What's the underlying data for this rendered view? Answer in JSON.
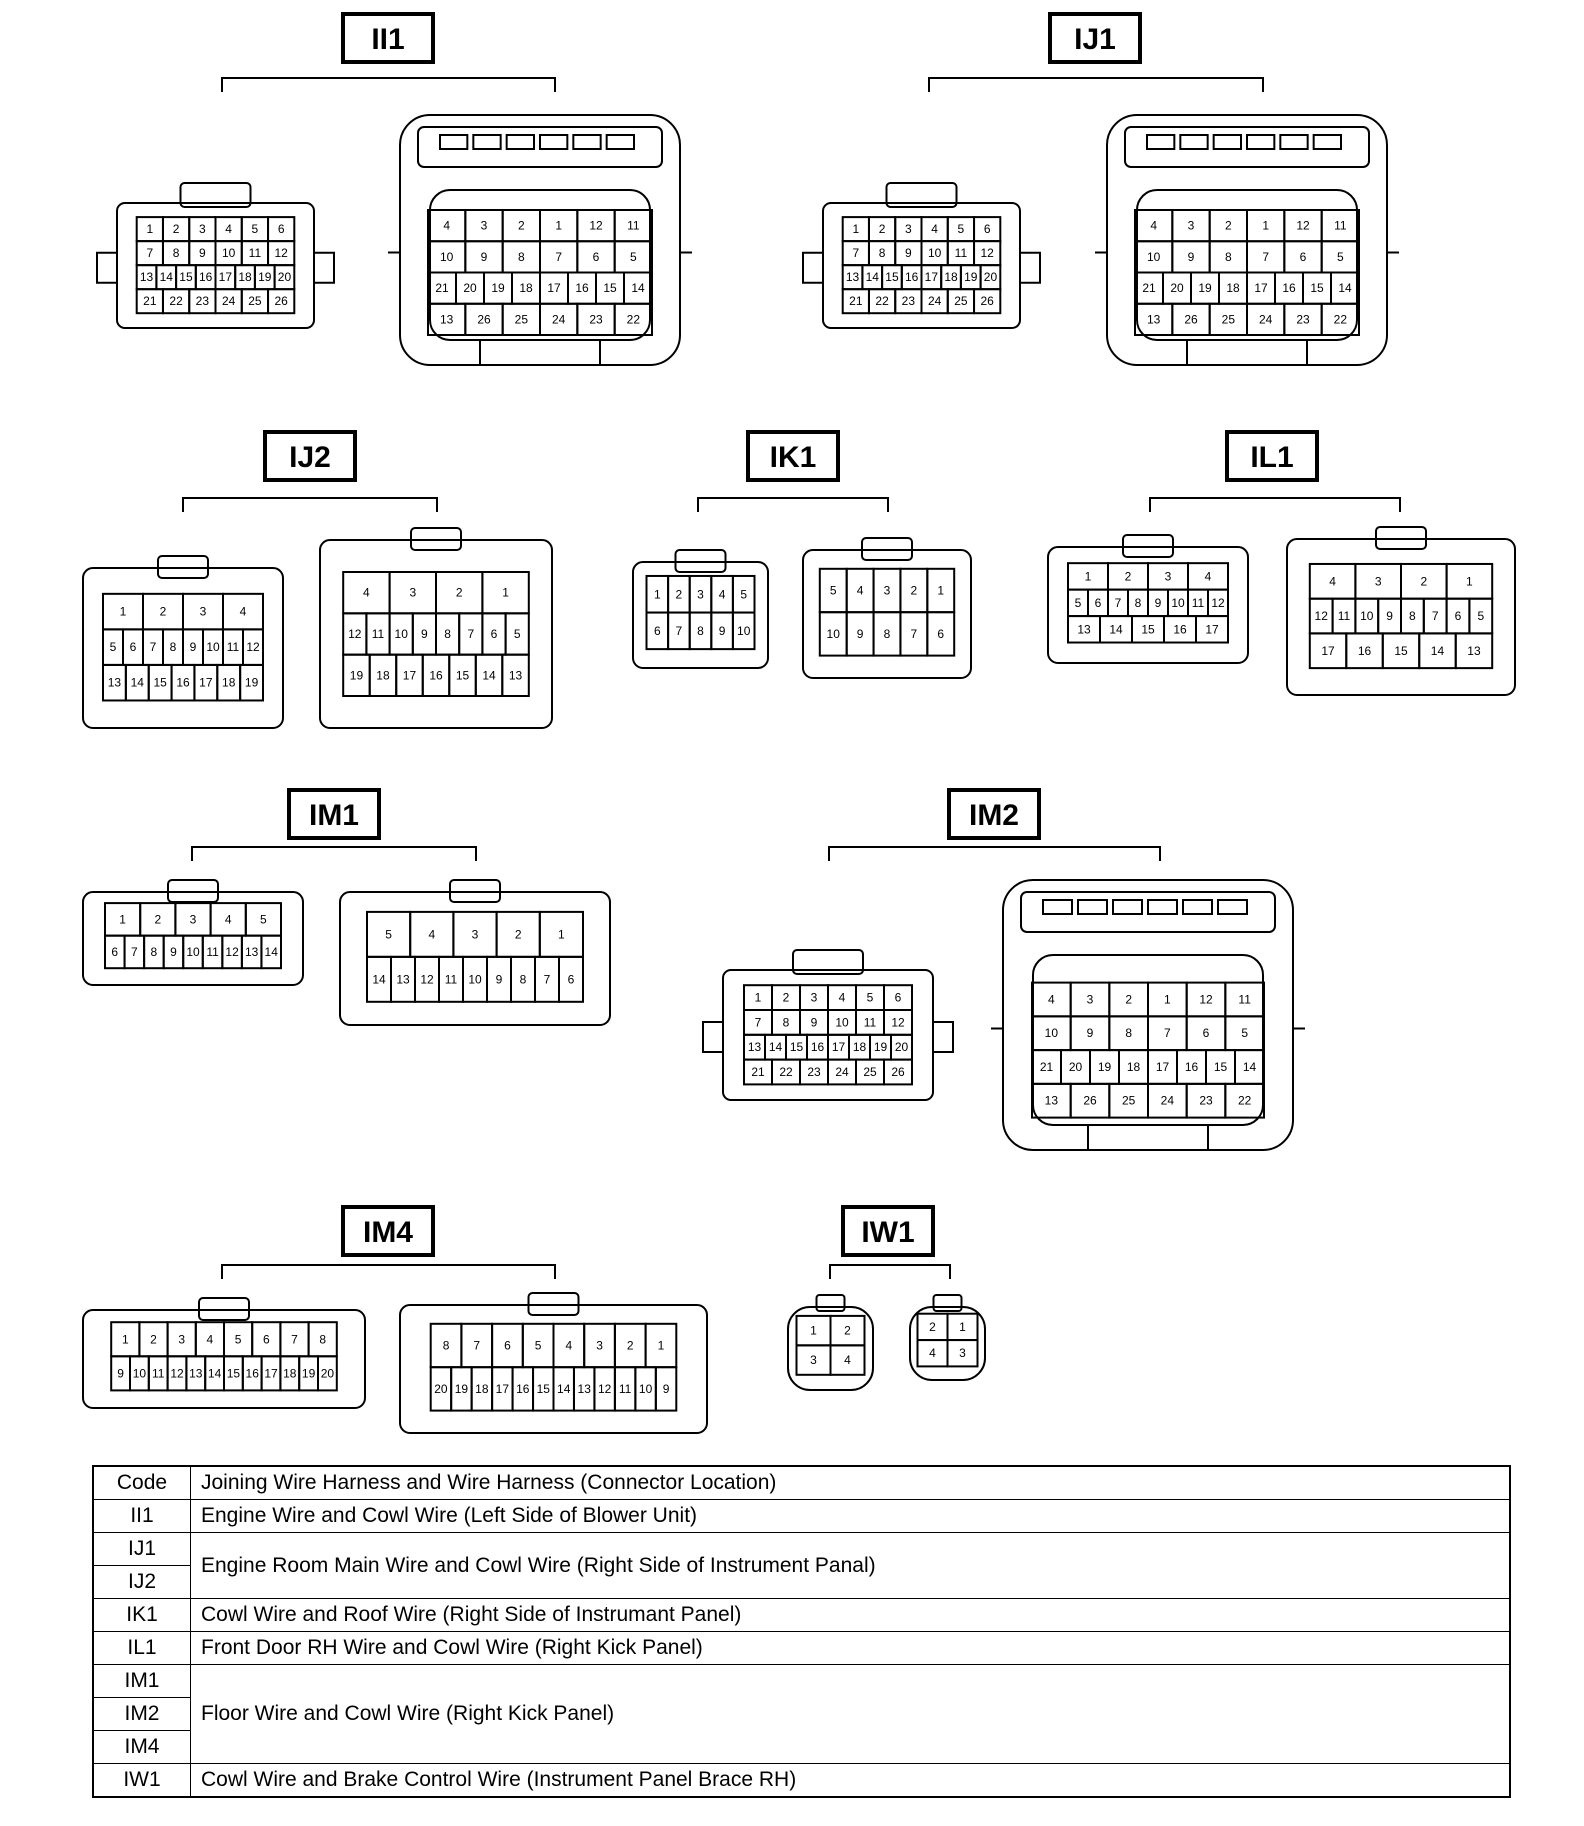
{
  "connectors": [
    {
      "code": "II1",
      "pins_left": [
        "1",
        "2",
        "3",
        "4",
        "5",
        "6",
        "7",
        "8",
        "9",
        "10",
        "11",
        "12",
        "13",
        "14",
        "15",
        "16",
        "17",
        "18",
        "19",
        "20",
        "21",
        "22",
        "23",
        "24",
        "25",
        "26"
      ],
      "pins_right": [
        "4",
        "3",
        "2",
        "1",
        "12",
        "11",
        "10",
        "9",
        "8",
        "7",
        "6",
        "5",
        "21",
        "20",
        "19",
        "18",
        "17",
        "16",
        "15",
        "14",
        "13",
        "26",
        "25",
        "24",
        "23",
        "22"
      ]
    },
    {
      "code": "IJ1",
      "pins_left": [
        "1",
        "2",
        "3",
        "4",
        "5",
        "6",
        "7",
        "8",
        "9",
        "10",
        "11",
        "12",
        "13",
        "14",
        "15",
        "16",
        "17",
        "18",
        "19",
        "20",
        "21",
        "22",
        "23",
        "24",
        "25",
        "26"
      ],
      "pins_right": [
        "4",
        "3",
        "2",
        "1",
        "12",
        "11",
        "10",
        "9",
        "8",
        "7",
        "6",
        "5",
        "21",
        "20",
        "19",
        "18",
        "17",
        "16",
        "15",
        "14",
        "13",
        "26",
        "25",
        "24",
        "23",
        "22"
      ]
    },
    {
      "code": "IJ2",
      "pins_left": [
        "1",
        "2",
        "3",
        "4",
        "5",
        "6",
        "7",
        "8",
        "9",
        "10",
        "11",
        "12",
        "13",
        "14",
        "15",
        "16",
        "17",
        "18",
        "19"
      ],
      "pins_right": [
        "4",
        "3",
        "2",
        "1",
        "12",
        "11",
        "10",
        "9",
        "8",
        "7",
        "6",
        "5",
        "19",
        "18",
        "17",
        "16",
        "15",
        "14",
        "13"
      ]
    },
    {
      "code": "IK1",
      "pins_left": [
        "1",
        "2",
        "3",
        "4",
        "5",
        "6",
        "7",
        "8",
        "9",
        "10"
      ],
      "pins_right": [
        "5",
        "4",
        "3",
        "2",
        "1",
        "10",
        "9",
        "8",
        "7",
        "6"
      ]
    },
    {
      "code": "IL1",
      "pins_left": [
        "1",
        "2",
        "3",
        "4",
        "5",
        "6",
        "7",
        "8",
        "9",
        "10",
        "11",
        "12",
        "13",
        "14",
        "15",
        "16",
        "17"
      ],
      "pins_right": [
        "4",
        "3",
        "2",
        "1",
        "12",
        "11",
        "10",
        "9",
        "8",
        "7",
        "6",
        "5",
        "17",
        "16",
        "15",
        "14",
        "13"
      ]
    },
    {
      "code": "IM1",
      "pins_left": [
        "1",
        "2",
        "3",
        "4",
        "5",
        "6",
        "7",
        "8",
        "9",
        "10",
        "11",
        "12",
        "13",
        "14"
      ],
      "pins_right": [
        "5",
        "4",
        "3",
        "2",
        "1",
        "14",
        "13",
        "12",
        "11",
        "10",
        "9",
        "8",
        "7",
        "6"
      ]
    },
    {
      "code": "IM2",
      "pins_left": [
        "1",
        "2",
        "3",
        "4",
        "5",
        "6",
        "7",
        "8",
        "9",
        "10",
        "11",
        "12",
        "13",
        "14",
        "15",
        "16",
        "17",
        "18",
        "19",
        "20",
        "21",
        "22",
        "23",
        "24",
        "25",
        "26"
      ],
      "pins_right": [
        "4",
        "3",
        "2",
        "1",
        "12",
        "11",
        "10",
        "9",
        "8",
        "7",
        "6",
        "5",
        "21",
        "20",
        "19",
        "18",
        "17",
        "16",
        "15",
        "14",
        "13",
        "26",
        "25",
        "24",
        "23",
        "22"
      ]
    },
    {
      "code": "IM4",
      "pins_left": [
        "1",
        "2",
        "3",
        "4",
        "5",
        "6",
        "7",
        "8",
        "9",
        "10",
        "11",
        "12",
        "13",
        "14",
        "15",
        "16",
        "17",
        "18",
        "19",
        "20"
      ],
      "pins_right": [
        "8",
        "7",
        "6",
        "5",
        "4",
        "3",
        "2",
        "1",
        "20",
        "19",
        "18",
        "17",
        "16",
        "15",
        "14",
        "13",
        "12",
        "11",
        "10",
        "9"
      ]
    },
    {
      "code": "IW1",
      "pins_left": [
        "1",
        "2",
        "3",
        "4"
      ],
      "pins_right": [
        "2",
        "1",
        "4",
        "3"
      ]
    }
  ],
  "legend": {
    "header_code": "Code",
    "header_desc": "Joining Wire Harness and Wire Harness (Connector Location)",
    "codes": [
      "II1",
      "IJ1",
      "IJ2",
      "IK1",
      "IL1",
      "IM1",
      "IM2",
      "IM4",
      "IW1"
    ],
    "descriptions": {
      "II1": "Engine Wire and Cowl Wire (Left Side of Blower Unit)",
      "IJ": "Engine Room Main Wire and Cowl Wire (Right Side of Instrument Panal)",
      "IK1": "Cowl Wire and Roof Wire (Right Side of Instrumant Panel)",
      "IL1": "Front Door RH Wire and Cowl Wire (Right Kick Panel)",
      "IM": "Floor Wire and Cowl Wire (Right Kick Panel)",
      "IW1": "Cowl Wire and Brake Control Wire (Instrument Panel Brace RH)"
    }
  }
}
